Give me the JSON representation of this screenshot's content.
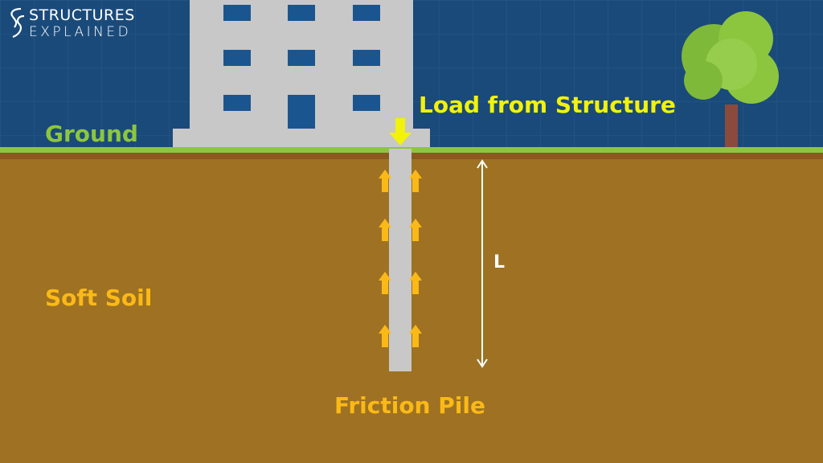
{
  "logo": {
    "line1": "STRUCTURES",
    "line2": "EXPLAINED"
  },
  "labels": {
    "ground": "Ground",
    "load": "Load from Structure",
    "length": "L",
    "soil": "Soft Soil",
    "pile": "Friction Pile"
  },
  "colors": {
    "sky": "#1a4a7a",
    "grass": "#8cc63f",
    "soil": "#9e7222",
    "building": "#c8c8c8",
    "load_text": "#f2f20a",
    "label_orange": "#fbb917",
    "ground_text": "#8cc63f",
    "white": "#ffffff"
  },
  "icons": {
    "load_arrow": "arrow-down-icon",
    "friction_arrow": "arrow-up-icon",
    "dimension": "double-arrow-icon",
    "logo": "structures-explained-logo"
  }
}
